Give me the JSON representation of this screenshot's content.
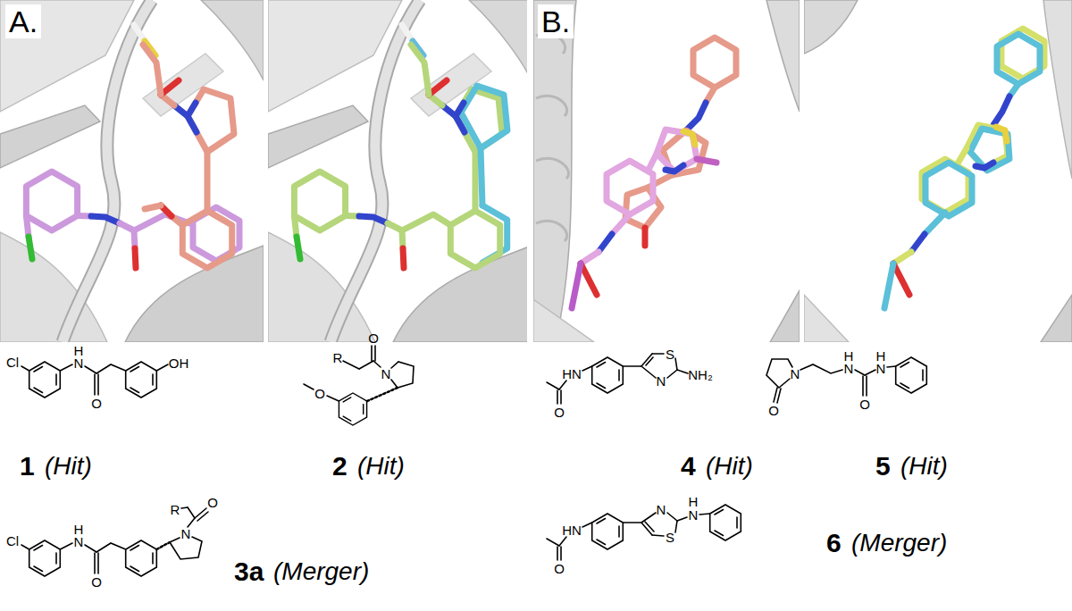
{
  "diagram": {
    "labels": [
      "A.",
      "B.",
      "Cl",
      "H",
      "N",
      "O",
      "OH",
      "R",
      "O",
      "N",
      "O",
      "HN",
      "O",
      "S",
      "N",
      "NH₂",
      "N",
      "O",
      "H",
      "N",
      "O",
      "H",
      "N",
      "1",
      "(Hit)",
      "2",
      "(Hit)",
      "4",
      "(Hit)",
      "5",
      "(Hit)",
      "R",
      "O",
      "N",
      "Cl",
      "H",
      "N",
      "O",
      "3a",
      "(Merger)",
      "HN",
      "O",
      "N",
      "S",
      "H",
      "N",
      "6",
      "(Merger)"
    ]
  }
}
